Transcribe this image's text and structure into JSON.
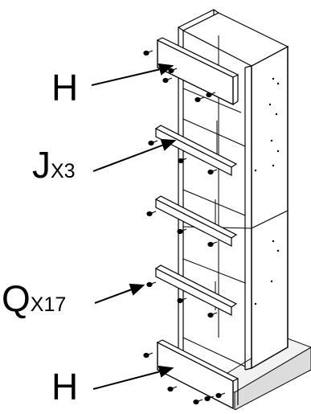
{
  "callouts": {
    "h_top": {
      "letter": "H"
    },
    "j": {
      "letter": "J",
      "qty": "X3"
    },
    "q": {
      "letter": "Q",
      "qty": "X17"
    },
    "h_bottom": {
      "letter": "H"
    }
  },
  "colors": {
    "line": "#000000",
    "fill": "#ffffff",
    "floor": "#dcdcdc"
  }
}
